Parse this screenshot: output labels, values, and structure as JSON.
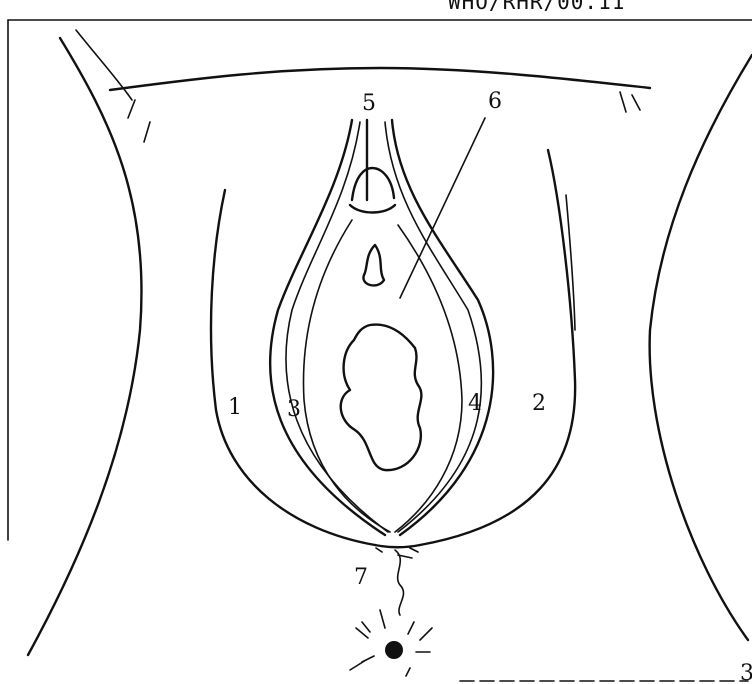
{
  "document_code": "WHO/RHR/00.11",
  "labels": {
    "l1": "1",
    "l2": "2",
    "l3": "3",
    "l4": "4",
    "l5": "5",
    "l6": "6",
    "l7": "7"
  },
  "corner_mark": "3"
}
